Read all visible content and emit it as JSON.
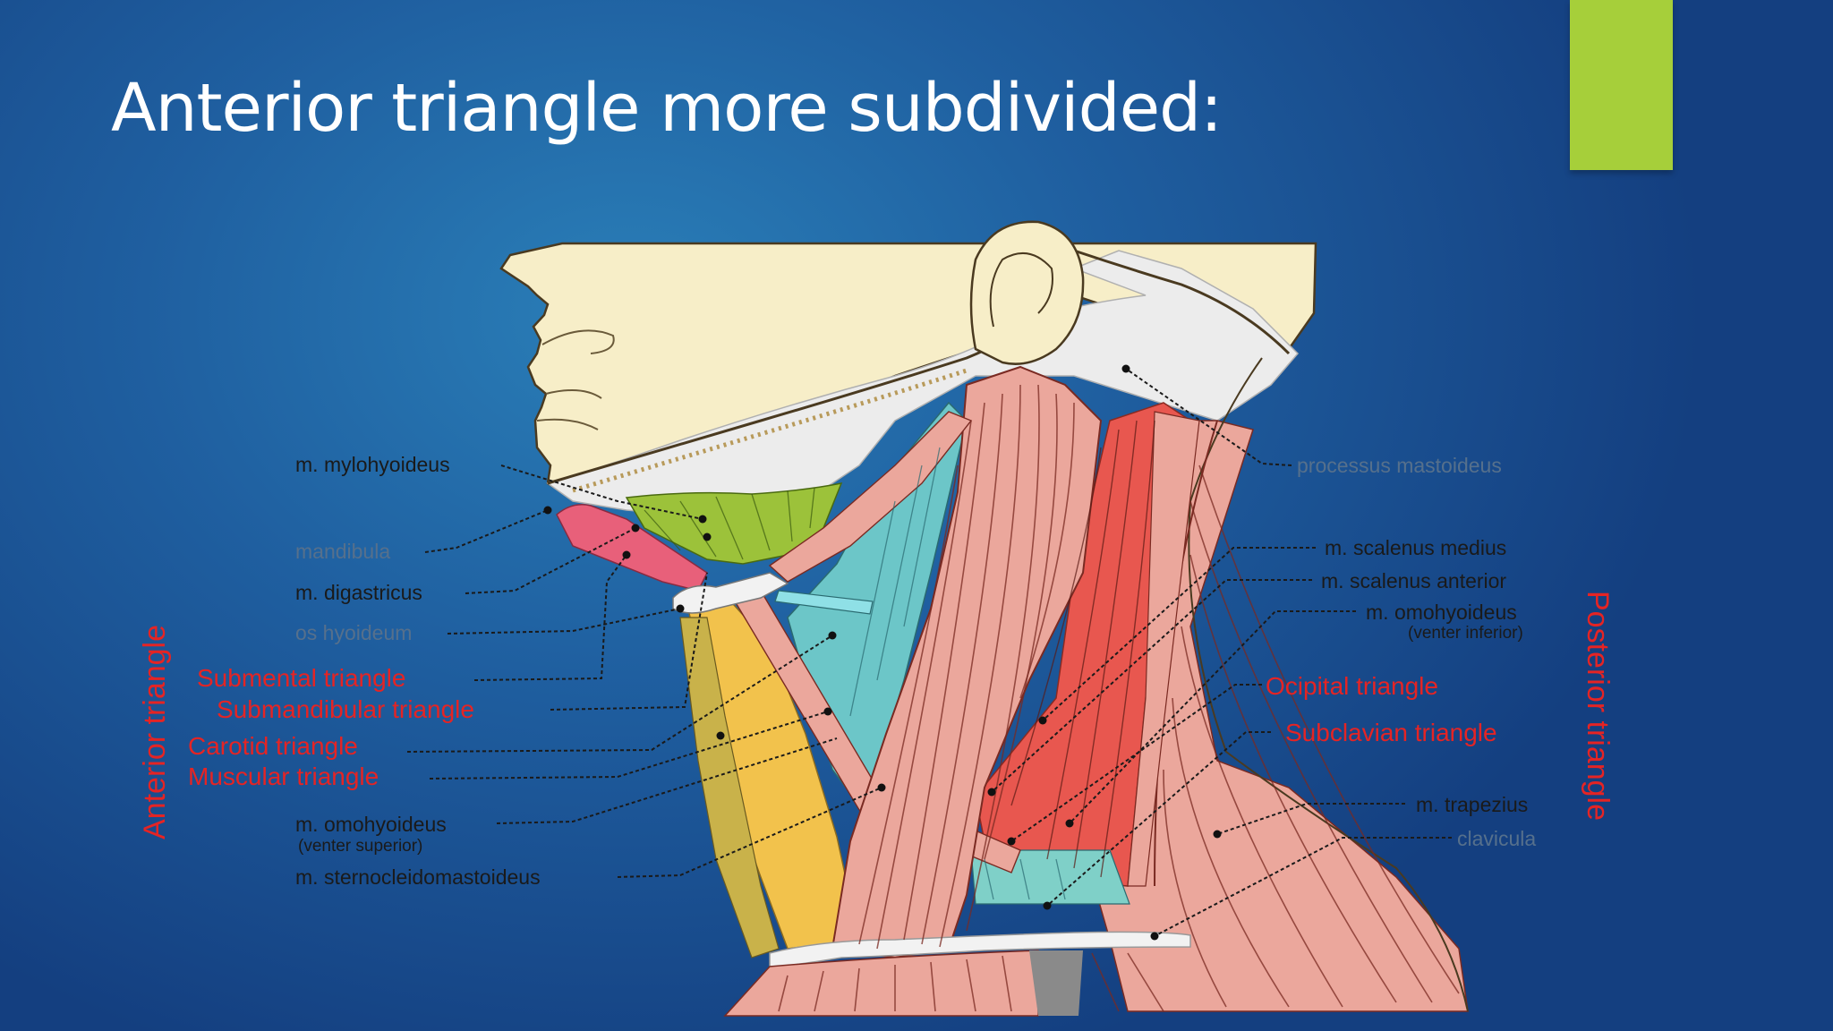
{
  "slide": {
    "title": "Anterior triangle more subdivided:",
    "accent_color": "#a6cf3a",
    "background_color": "#1f5fa0"
  },
  "diagram": {
    "left_labels": {
      "mylohyoideus": "m. mylohyoideus",
      "mandibula": "mandibula",
      "digastricus": "m. digastricus",
      "os_hyoideum": "os hyoideum",
      "submental": "Submental triangle",
      "submandibular": "Submandibular triangle",
      "carotid": "Carotid triangle",
      "muscular": "Muscular triangle",
      "omohyoideus_sup": "m. omohyoideus",
      "omohyoideus_sup_sub": "(venter superior)",
      "sternocleido": "m. sternocleidomastoideus"
    },
    "right_labels": {
      "processus": "processus mastoideus",
      "scalenus_medius": "m. scalenus medius",
      "scalenus_anterior": "m. scalenus anterior",
      "omohyoideus_inf": "m. omohyoideus",
      "omohyoideus_inf_sub": "(venter inferior)",
      "occipital": "Ocipital triangle",
      "subclavian": "Subclavian triangle",
      "trapezius": "m. trapezius",
      "clavicula": "clavicula"
    },
    "vertical_labels": {
      "anterior": "Anterior triangle",
      "posterior": "Posterior triangle"
    },
    "colors": {
      "skin": "#f7eec8",
      "bone": "#eeeeee",
      "muscle": "#eba79c",
      "deep_red": "#e8574f",
      "green": "#9cc23a",
      "teal": "#6cc6c8",
      "yellow": "#f2c24c",
      "pink": "#e8607a",
      "label_red": "#e52424"
    }
  }
}
